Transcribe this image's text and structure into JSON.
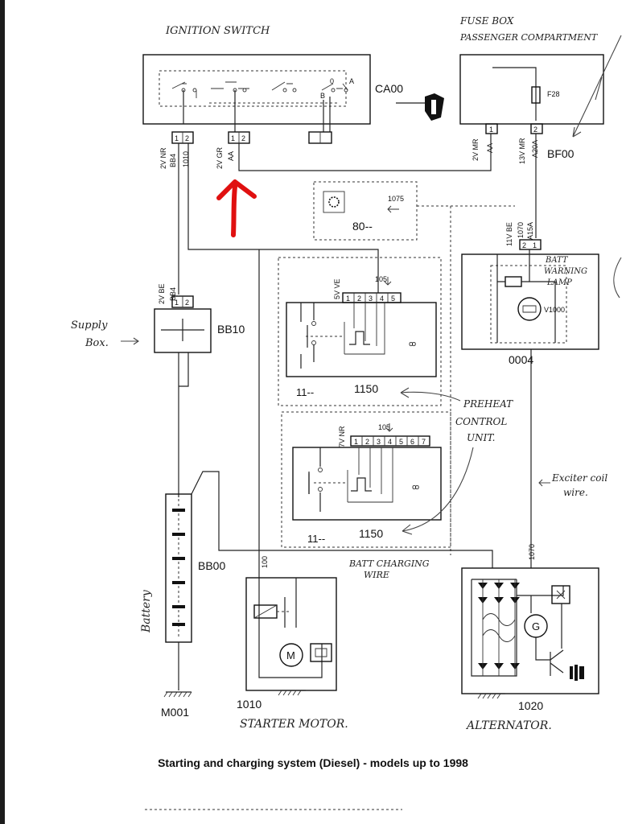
{
  "diagram": {
    "caption": "Starting and charging system (Diesel) - models up to 1998",
    "handwritten": {
      "ignition_switch": "IGNITION SWITCH",
      "fuse_box_1": "FUSE BOX",
      "fuse_box_2": "PASSENGER COMPARTMENT",
      "supply_box_1": "Supply",
      "supply_box_2": "Box.",
      "batt_warn_1": "BATT",
      "batt_warn_2": "WARNING",
      "batt_warn_3": "LAMP",
      "preheat_1": "PREHEAT",
      "preheat_2": "CONTROL",
      "preheat_3": "UNIT.",
      "exciter_1": "Exciter coil",
      "exciter_2": "wire.",
      "batt_charging_1": "BATT CHARGING",
      "batt_charging_2": "WIRE",
      "battery": "Battery",
      "starter_motor": "STARTER MOTOR.",
      "alternator": "ALTERNATOR."
    },
    "components": {
      "ignition": "CA00",
      "fusebox": "BF00",
      "fuse": "F28",
      "relay_unit": "80--",
      "warning_lamp_box": "0004",
      "warning_lamp": "V1000",
      "supply_box": "BB10",
      "preheat_1_code": "1150",
      "preheat_1_ref": "11--",
      "preheat_2_code": "1150",
      "preheat_2_ref": "11--",
      "battery": "BB00",
      "starter": "1010",
      "alternator": "1020",
      "ground": "M001",
      "motor_letter": "M",
      "gen_letter": "G"
    },
    "wires": {
      "w1": "2V NR",
      "w1_code": "BB4",
      "w1_num": "1010",
      "w2": "2V GR",
      "w2_code": "AA",
      "w3": "2V MR",
      "w3_code": "AA",
      "w4": "13V MR",
      "w4_code": "A20A",
      "w5": "11V BE",
      "w5_num": "1070",
      "w5_code": "A15A",
      "w6": "2V BE",
      "w6_code": "BB4",
      "w7": "5V VE",
      "w7_num": "105",
      "w8": "7V NR",
      "w8_num": "105",
      "w9_num": "1075",
      "w10_num": "100",
      "w11_num": "1070"
    },
    "pins": {
      "p1": "1",
      "p2": "2",
      "p3": "3",
      "p4": "4",
      "p5": "5",
      "p6": "6",
      "p7": "7",
      "sw_b": "B",
      "sw_0": "0",
      "sw_a": "A"
    },
    "colors": {
      "accent_arrow": "#e01010",
      "ink": "#111111",
      "pencil": "#444444"
    }
  }
}
